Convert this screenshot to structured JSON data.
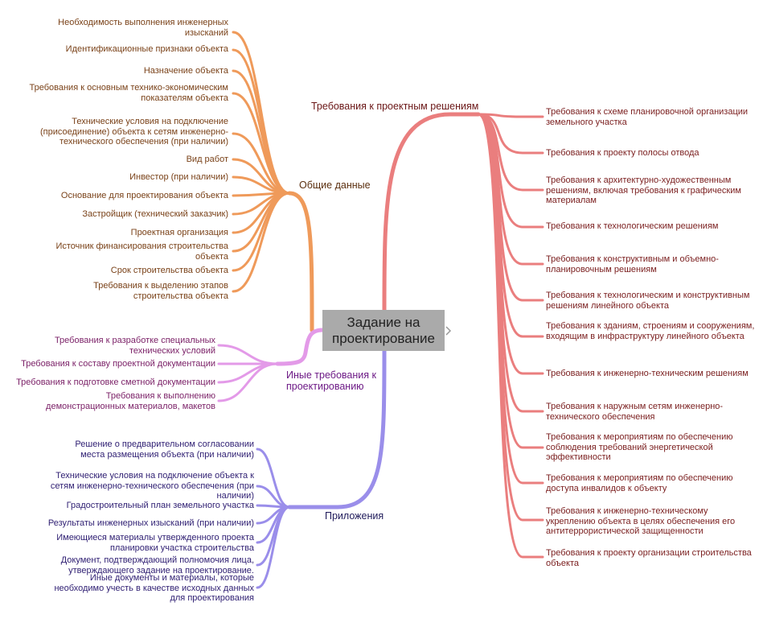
{
  "root": {
    "label": "Задание на проектирование"
  },
  "colors": {
    "orange": "#ef9a5a",
    "pink": "#e39ae8",
    "blue": "#9a8eea",
    "red": "#ea7e7e",
    "root_bg": "#aaaaaa"
  },
  "branches": {
    "general": {
      "label": "Общие данные",
      "items": [
        "Необходимость выполнения инженерных изысканий",
        "Идентификационные признаки объекта",
        "Назначение объекта",
        "Требования к основным технико-экономическим показателям объекта",
        "Технические условия на подключение (присоединение) объекта к сетям инженерно-технического обеспечения (при наличии)",
        "Вид работ",
        "Инвестор (при наличии)",
        "Основание для проектирования объекта",
        "Застройщик (технический заказчик)",
        "Проектная организация",
        "Источник финансирования строительства объекта",
        "Срок строительства объекта",
        "Требования к выделению этапов строительства объекта"
      ]
    },
    "other": {
      "label": "Иные требования к проектированию",
      "items": [
        "Требования к разработке специальных технических условий",
        "Требования к составу проектной документации",
        "Требования к подготовке сметной документации",
        "Требования к выполнению демонстрационных материалов, макетов"
      ]
    },
    "appendix": {
      "label": "Приложения",
      "items": [
        "Решение о предварительном согласовании места размещения объекта (при наличии)",
        "Технические условия на подключение объекта к сетям инженерно-технического обеспечения (при наличии)",
        "Градостроительный план земельного участка",
        "Результаты инженерных изысканий (при наличии)",
        "Имеющиеся материалы утвержденного проекта планировки участка строительства",
        "Документ, подтверждающий полномочия лица, утверждающего задание на проектирование.",
        "Иные документы и материалы, которые необходимо учесть в качестве исходных данных для проектирования"
      ]
    },
    "design": {
      "label": "Требования к проектным решениям",
      "items": [
        "Требования к схеме планировочной организации земельного участка",
        "Требования к проекту полосы отвода",
        "Требования к архитектурно-художественным решениям, включая требования к графическим материалам",
        "Требования к технологическим решениям",
        "Требования к конструктивным и объемно-планировочным решениям",
        "Требования к технологическим и конструктивным решениям линейного объекта",
        "Требования к зданиям, строениям и сооружениям, входящим в инфраструктуру линейного объекта",
        "Требования к инженерно-техническим решениям",
        "Требования к наружным сетям инженерно-технического обеспечения",
        "Требования к мероприятиям по обеспечению соблюдения требований энергетической эффективности",
        "Требования к мероприятиям по обеспечению доступа инвалидов к объекту",
        "Требования к инженерно-техническому укреплению объекта в целях обеспечения его антитеррористической защищенности",
        "Требования к проекту организации строительства объекта"
      ]
    }
  }
}
